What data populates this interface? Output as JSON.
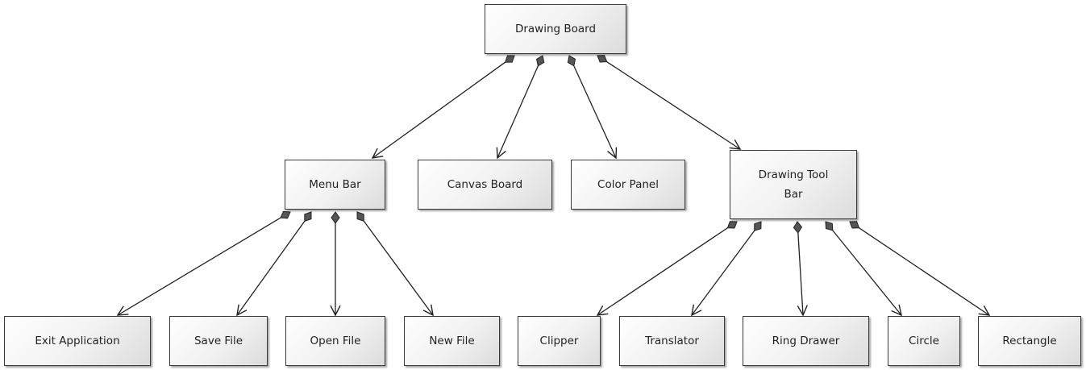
{
  "diagram": {
    "nodes": [
      {
        "id": "drawing-board",
        "label": "Drawing Board"
      },
      {
        "id": "menu-bar",
        "label": "Menu Bar"
      },
      {
        "id": "canvas-board",
        "label": "Canvas Board"
      },
      {
        "id": "color-panel",
        "label": "Color Panel"
      },
      {
        "id": "drawing-tool-bar",
        "label": "Drawing Tool\nBar"
      },
      {
        "id": "exit-application",
        "label": "Exit Application"
      },
      {
        "id": "save-file",
        "label": "Save File"
      },
      {
        "id": "open-file",
        "label": "Open File"
      },
      {
        "id": "new-file",
        "label": "New File"
      },
      {
        "id": "clipper",
        "label": "Clipper"
      },
      {
        "id": "translator",
        "label": "Translator"
      },
      {
        "id": "ring-drawer",
        "label": "Ring Drawer"
      },
      {
        "id": "circle",
        "label": "Circle"
      },
      {
        "id": "rectangle",
        "label": "Rectangle"
      }
    ],
    "edges": [
      {
        "from": "drawing-board",
        "to": "menu-bar",
        "type": "composition"
      },
      {
        "from": "drawing-board",
        "to": "canvas-board",
        "type": "composition"
      },
      {
        "from": "drawing-board",
        "to": "color-panel",
        "type": "composition"
      },
      {
        "from": "drawing-board",
        "to": "drawing-tool-bar",
        "type": "composition"
      },
      {
        "from": "menu-bar",
        "to": "exit-application",
        "type": "composition"
      },
      {
        "from": "menu-bar",
        "to": "save-file",
        "type": "composition"
      },
      {
        "from": "menu-bar",
        "to": "open-file",
        "type": "composition"
      },
      {
        "from": "menu-bar",
        "to": "new-file",
        "type": "composition"
      },
      {
        "from": "drawing-tool-bar",
        "to": "clipper",
        "type": "composition"
      },
      {
        "from": "drawing-tool-bar",
        "to": "translator",
        "type": "composition"
      },
      {
        "from": "drawing-tool-bar",
        "to": "ring-drawer",
        "type": "composition"
      },
      {
        "from": "drawing-tool-bar",
        "to": "circle",
        "type": "composition"
      },
      {
        "from": "drawing-tool-bar",
        "to": "rectangle",
        "type": "composition"
      }
    ],
    "colors": {
      "line": "#222222",
      "diamond": "#555555",
      "border": "#3a3a3a"
    }
  }
}
